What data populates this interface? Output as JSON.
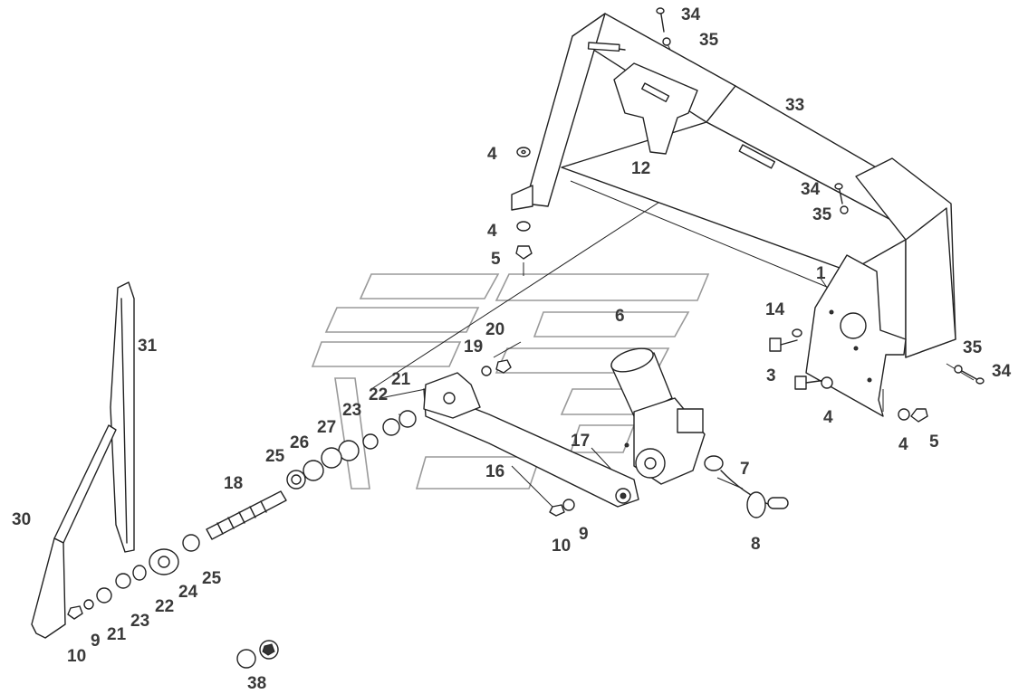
{
  "labels": [
    {
      "id": "34a",
      "text": "34"
    },
    {
      "id": "35a",
      "text": "35"
    },
    {
      "id": "33",
      "text": "33"
    },
    {
      "id": "4a",
      "text": "4"
    },
    {
      "id": "12",
      "text": "12"
    },
    {
      "id": "34b",
      "text": "34"
    },
    {
      "id": "35b",
      "text": "35"
    },
    {
      "id": "4b",
      "text": "4"
    },
    {
      "id": "5a",
      "text": "5"
    },
    {
      "id": "1",
      "text": "1"
    },
    {
      "id": "6",
      "text": "6"
    },
    {
      "id": "14",
      "text": "14"
    },
    {
      "id": "31",
      "text": "31"
    },
    {
      "id": "20",
      "text": "20"
    },
    {
      "id": "19",
      "text": "19"
    },
    {
      "id": "35c",
      "text": "35"
    },
    {
      "id": "34c",
      "text": "34"
    },
    {
      "id": "3",
      "text": "3"
    },
    {
      "id": "21a",
      "text": "21"
    },
    {
      "id": "22a",
      "text": "22"
    },
    {
      "id": "23a",
      "text": "23"
    },
    {
      "id": "4c",
      "text": "4"
    },
    {
      "id": "27",
      "text": "27"
    },
    {
      "id": "26",
      "text": "26"
    },
    {
      "id": "25a",
      "text": "25"
    },
    {
      "id": "17",
      "text": "17"
    },
    {
      "id": "4d",
      "text": "4"
    },
    {
      "id": "5b",
      "text": "5"
    },
    {
      "id": "7",
      "text": "7"
    },
    {
      "id": "16",
      "text": "16"
    },
    {
      "id": "18",
      "text": "18"
    },
    {
      "id": "30",
      "text": "30"
    },
    {
      "id": "9a",
      "text": "9"
    },
    {
      "id": "10a",
      "text": "10"
    },
    {
      "id": "8",
      "text": "8"
    },
    {
      "id": "25b",
      "text": "25"
    },
    {
      "id": "24",
      "text": "24"
    },
    {
      "id": "22b",
      "text": "22"
    },
    {
      "id": "23b",
      "text": "23"
    },
    {
      "id": "21b",
      "text": "21"
    },
    {
      "id": "9b",
      "text": "9"
    },
    {
      "id": "10b",
      "text": "10"
    },
    {
      "id": "38",
      "text": "38"
    }
  ]
}
